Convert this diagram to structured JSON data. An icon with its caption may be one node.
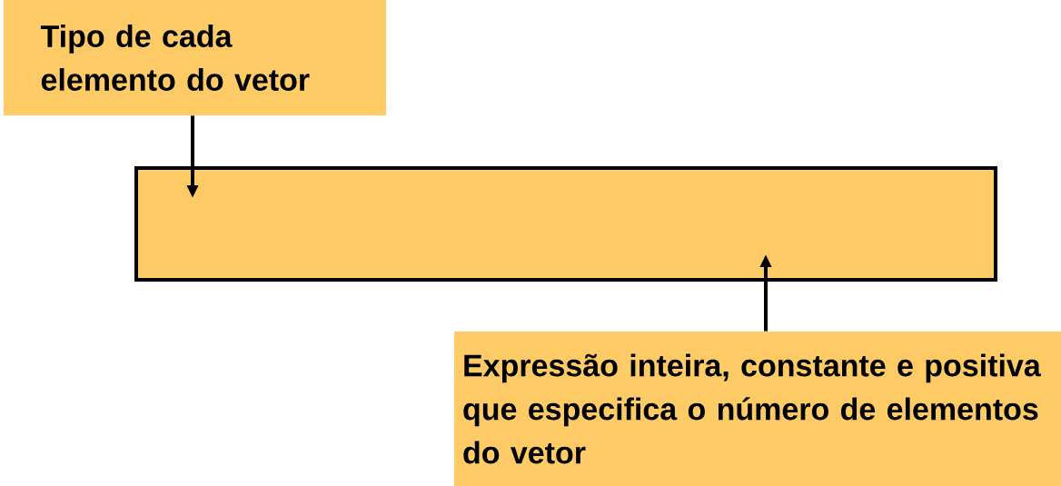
{
  "diagram": {
    "nodes": [
      {
        "text": [
          "Tipo de cada elemento do vetor"
        ]
      },
      {
        "text": [],
        "shape": "box"
      },
      {
        "text": [
          "Expressão inteira, constante e positiva que especifica o número de elementos do vetor"
        ]
      }
    ],
    "edges": [
      {
        "from": 0,
        "to": 1,
        "arrow": "to"
      },
      {
        "from": 2,
        "to": 1,
        "arrow": "to"
      }
    ]
  }
}
